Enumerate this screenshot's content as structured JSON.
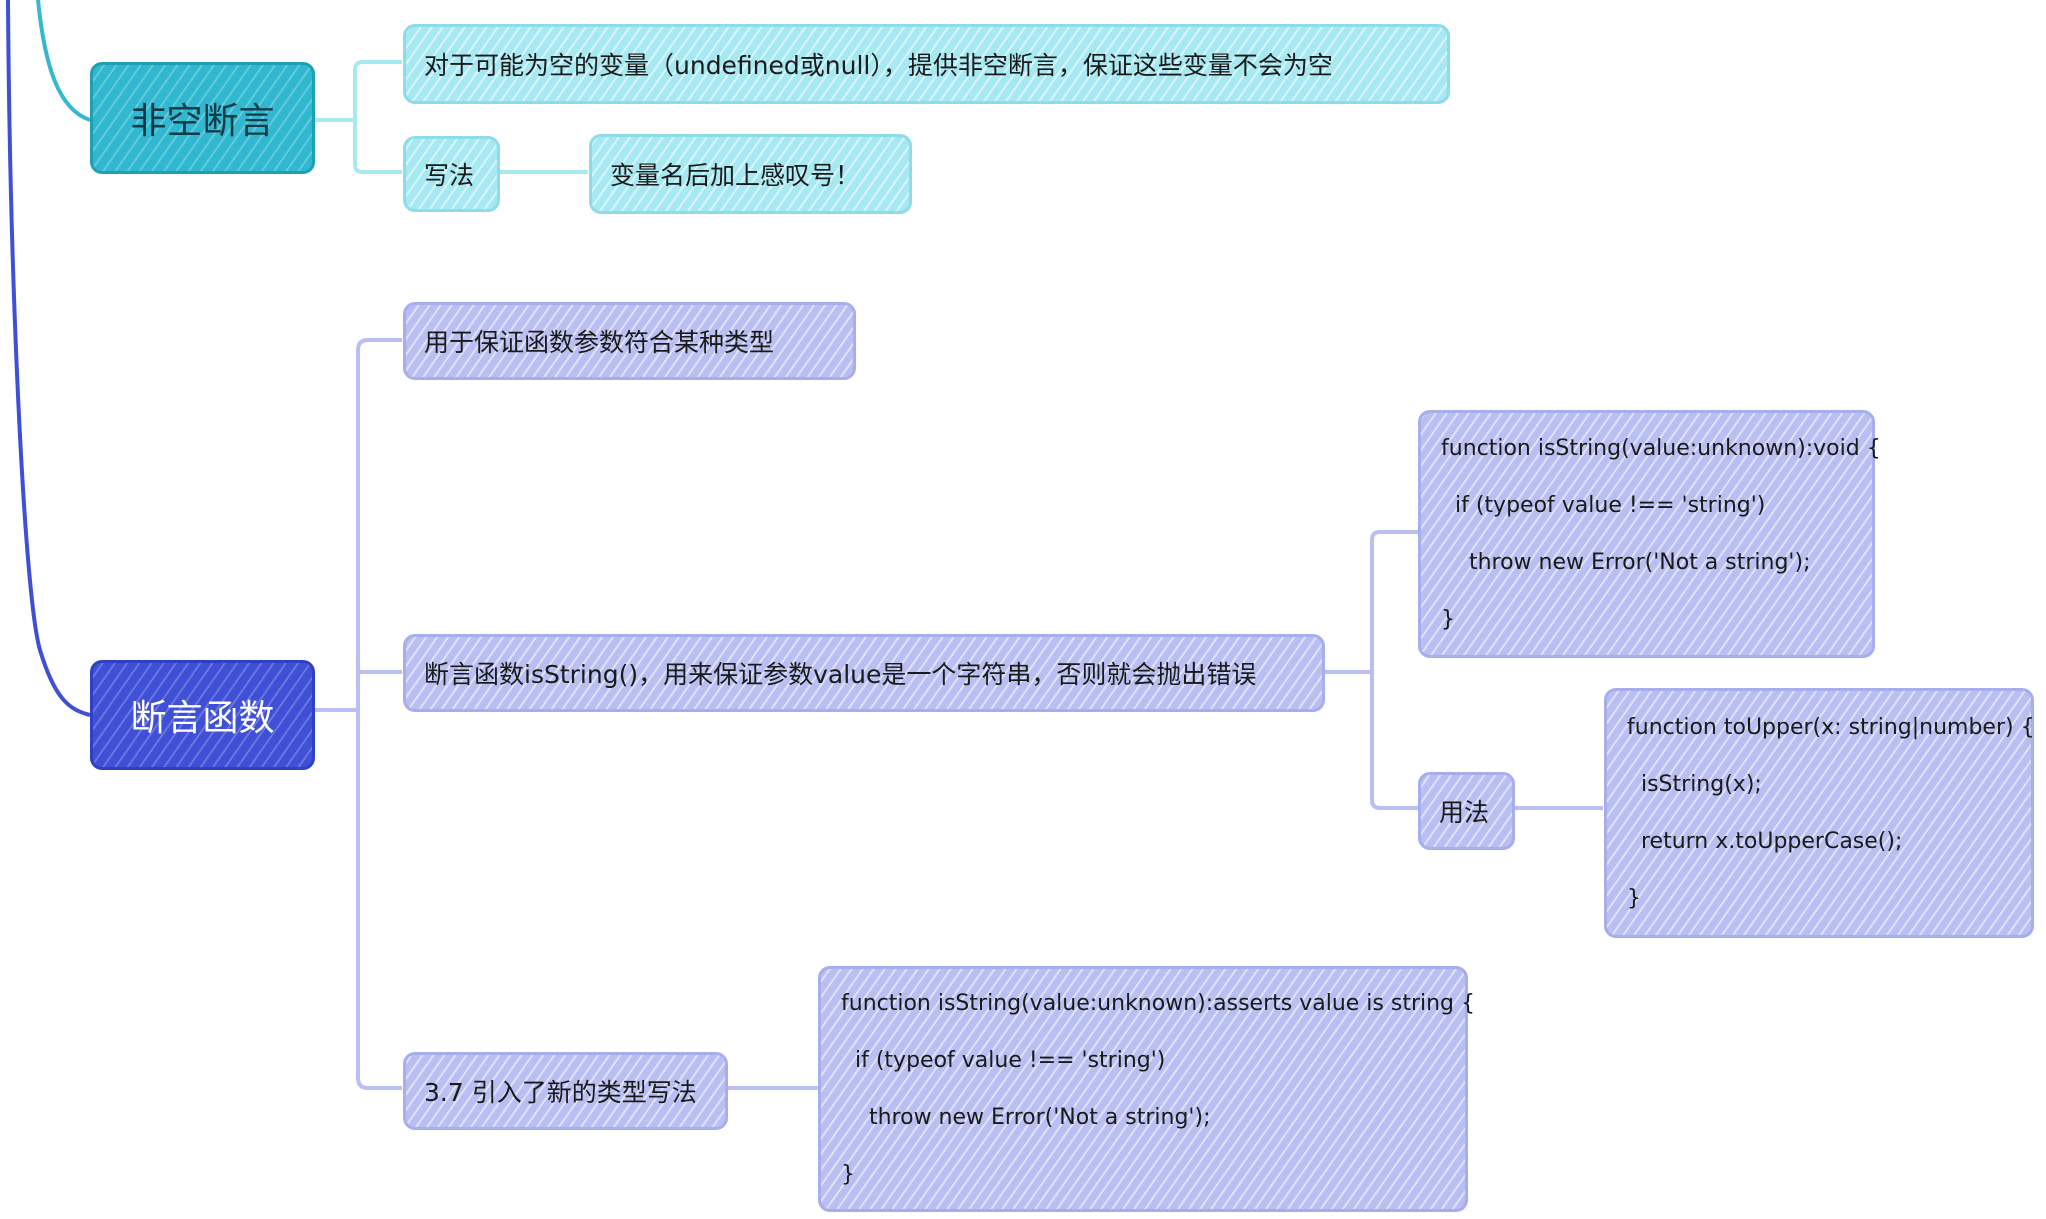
{
  "nodes": {
    "non_null": {
      "title": "非空断言",
      "desc": "对于可能为空的变量（undefined或null），提供非空断言，保证这些变量不会为空",
      "syntax_label": "写法",
      "syntax_value": "变量名后加上感叹号！"
    },
    "assert_fn": {
      "title": "断言函数",
      "purpose": "用于保证函数参数符合某种类型",
      "description": "断言函数isString()，用来保证参数value是一个字符串，否则就会抛出错误",
      "code_lines": [
        "function isString(value:unknown):void {",
        "  if (typeof value !== 'string')",
        "    throw new Error('Not a string');",
        "}"
      ],
      "usage_label": "用法",
      "usage_code_lines": [
        "function toUpper(x: string|number) {",
        "  isString(x);",
        "  return x.toUpperCase();",
        "}"
      ],
      "new_syntax_label": "3.7 引入了新的类型写法",
      "new_syntax_code_lines": [
        "function isString(value:unknown):asserts value is string {",
        "  if (typeof value !== 'string')",
        "    throw new Error('Not a string');",
        "}"
      ]
    }
  },
  "colors": {
    "cyan_main": "#2fb8cf",
    "cyan_light": "#a6e9f3",
    "blue_main": "#3f4fd6",
    "purple_light": "#b9bff2",
    "connector_cyan": "#a6e9f3",
    "connector_purple": "#b9bff2"
  }
}
